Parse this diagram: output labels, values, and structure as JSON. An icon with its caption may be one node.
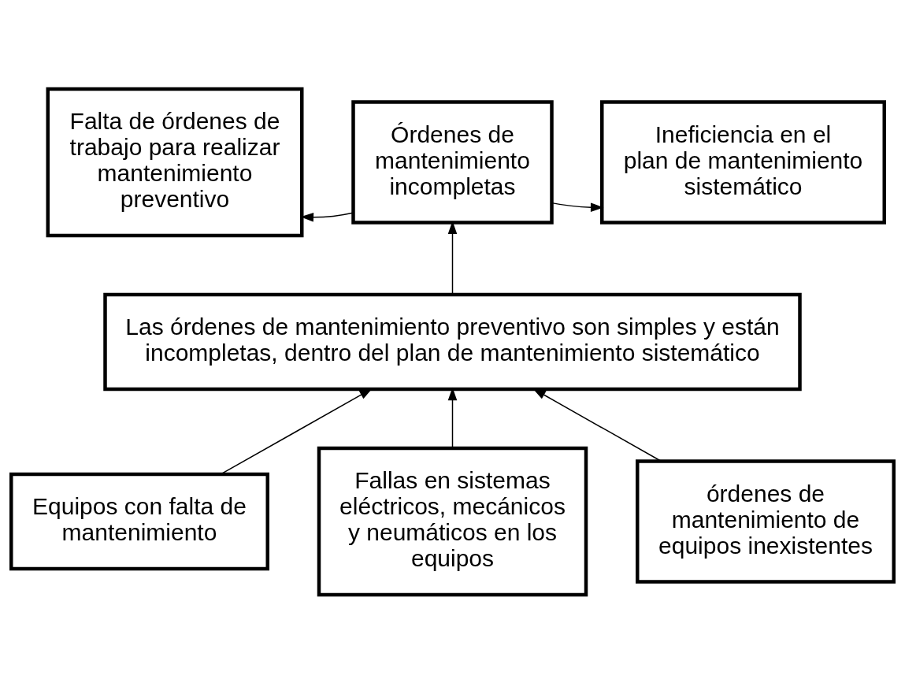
{
  "diagram": {
    "nodes": [
      {
        "text": [
          "Falta de órdenes de trabajo para realizar mantenimiento preventivo"
        ]
      },
      {
        "text": [
          "Órdenes de mantenimiento incompletas"
        ]
      },
      {
        "text": [
          "Ineficiencia en el plan de mantenimiento sistemático"
        ]
      },
      {
        "text": [
          "Las órdenes de mantenimiento preventivo son simples y están incompletas, dentro del plan de mantenimiento sistemático"
        ]
      },
      {
        "text": [
          "Equipos con falta de mantenimiento"
        ]
      },
      {
        "text": [
          "Fallas en sistemas eléctricos, mecánicos y neumáticos en los equipos"
        ]
      },
      {
        "text": [
          "órdenes de mantenimiento de equipos inexistentes"
        ]
      }
    ],
    "edges": [
      {
        "from": 1,
        "to": 0,
        "arrow": "to"
      },
      {
        "from": 1,
        "to": 2,
        "arrow": "to"
      },
      {
        "from": 3,
        "to": 1,
        "arrow": "to"
      },
      {
        "from": 4,
        "to": 3,
        "arrow": "to"
      },
      {
        "from": 5,
        "to": 3,
        "arrow": "to"
      },
      {
        "from": 6,
        "to": 3,
        "arrow": "to"
      }
    ]
  }
}
